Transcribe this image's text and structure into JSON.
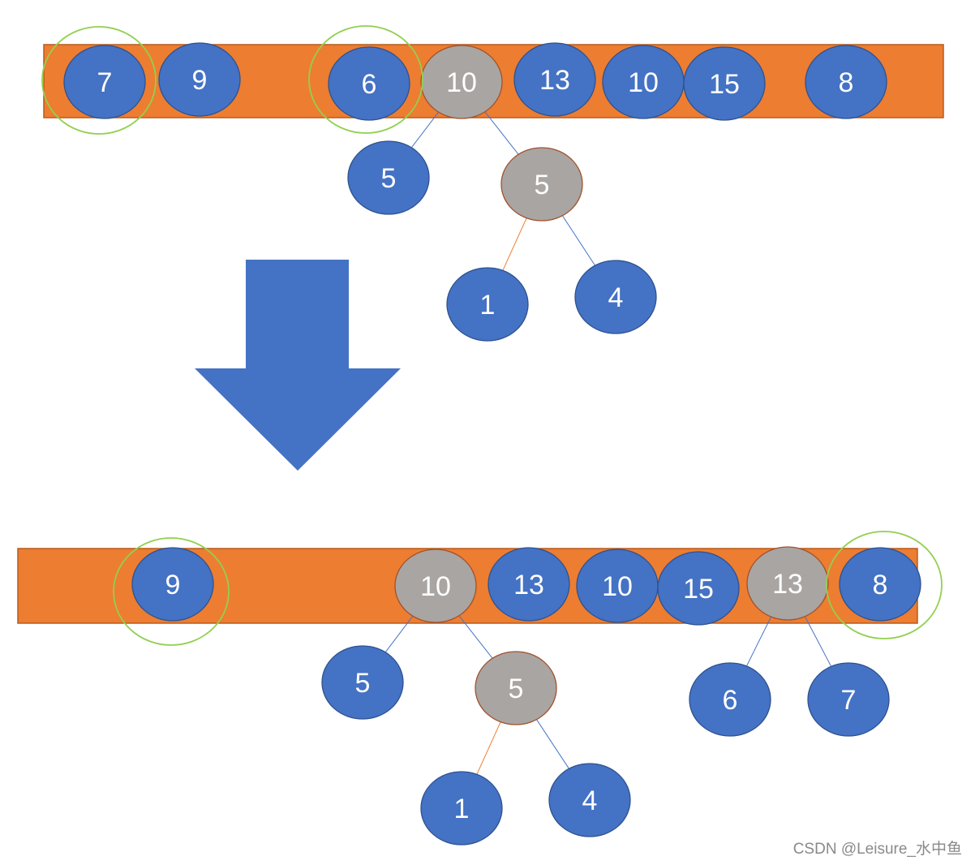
{
  "colors": {
    "array_bar": "#ED7D31",
    "array_bar_border": "#B85B1C",
    "regular_node": "#4472C4",
    "regular_node_border": "#2F528F",
    "merged_root_node": "#A9A5A3",
    "merged_root_border": "#A0522D",
    "highlight_ring": "#92D050",
    "edge_blue": "#4472C4",
    "edge_orange": "#ED7D31",
    "arrow": "#4472C4",
    "label_text": "#FFFFFF",
    "watermark_text": "#8A8A8A"
  },
  "before": {
    "array_nodes": [
      {
        "id": "b-n7",
        "label": "7",
        "kind": "regular",
        "highlighted": true
      },
      {
        "id": "b-n9",
        "label": "9",
        "kind": "regular",
        "highlighted": false
      },
      {
        "id": "b-n6",
        "label": "6",
        "kind": "regular",
        "highlighted": true
      },
      {
        "id": "b-n10a",
        "label": "10",
        "kind": "root",
        "highlighted": false
      },
      {
        "id": "b-n13",
        "label": "13",
        "kind": "regular",
        "highlighted": false
      },
      {
        "id": "b-n10b",
        "label": "10",
        "kind": "regular",
        "highlighted": false
      },
      {
        "id": "b-n15",
        "label": "15",
        "kind": "regular",
        "highlighted": false
      },
      {
        "id": "b-n8",
        "label": "8",
        "kind": "regular",
        "highlighted": false
      }
    ],
    "tree_nodes": [
      {
        "id": "b-c5",
        "label": "5",
        "kind": "regular"
      },
      {
        "id": "b-r5",
        "label": "5",
        "kind": "root"
      },
      {
        "id": "b-c1",
        "label": "1",
        "kind": "regular"
      },
      {
        "id": "b-c4",
        "label": "4",
        "kind": "regular"
      }
    ],
    "edges": [
      {
        "from": "b-n10a",
        "to": "b-c5",
        "color": "blue"
      },
      {
        "from": "b-n10a",
        "to": "b-r5",
        "color": "blue"
      },
      {
        "from": "b-r5",
        "to": "b-c1",
        "color": "orange"
      },
      {
        "from": "b-r5",
        "to": "b-c4",
        "color": "blue"
      }
    ]
  },
  "after": {
    "array_nodes": [
      {
        "id": "a-n9",
        "label": "9",
        "kind": "regular",
        "highlighted": true
      },
      {
        "id": "a-n10a",
        "label": "10",
        "kind": "root",
        "highlighted": false
      },
      {
        "id": "a-n13",
        "label": "13",
        "kind": "regular",
        "highlighted": false
      },
      {
        "id": "a-n10b",
        "label": "10",
        "kind": "regular",
        "highlighted": false
      },
      {
        "id": "a-n15",
        "label": "15",
        "kind": "regular",
        "highlighted": false
      },
      {
        "id": "a-n13r",
        "label": "13",
        "kind": "root",
        "highlighted": false
      },
      {
        "id": "a-n8",
        "label": "8",
        "kind": "regular",
        "highlighted": true
      }
    ],
    "tree_nodes": [
      {
        "id": "a-c5",
        "label": "5",
        "kind": "regular"
      },
      {
        "id": "a-r5",
        "label": "5",
        "kind": "root"
      },
      {
        "id": "a-c1",
        "label": "1",
        "kind": "regular"
      },
      {
        "id": "a-c4",
        "label": "4",
        "kind": "regular"
      },
      {
        "id": "a-c6",
        "label": "6",
        "kind": "regular"
      },
      {
        "id": "a-c7",
        "label": "7",
        "kind": "regular"
      }
    ],
    "edges": [
      {
        "from": "a-n10a",
        "to": "a-c5",
        "color": "blue"
      },
      {
        "from": "a-n10a",
        "to": "a-r5",
        "color": "blue"
      },
      {
        "from": "a-r5",
        "to": "a-c1",
        "color": "orange"
      },
      {
        "from": "a-r5",
        "to": "a-c4",
        "color": "blue"
      },
      {
        "from": "a-n13r",
        "to": "a-c6",
        "color": "blue"
      },
      {
        "from": "a-n13r",
        "to": "a-c7",
        "color": "blue"
      }
    ]
  },
  "arrow": {
    "direction": "down",
    "icon": "down-arrow-icon"
  },
  "watermark": "CSDN @Leisure_水中鱼"
}
